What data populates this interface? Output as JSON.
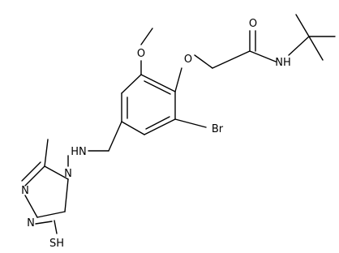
{
  "molecule": {
    "atoms": {
      "o_methoxy": "O",
      "o_ether": "O",
      "o_carbonyl": "O",
      "nh_amide": "NH",
      "br": "Br",
      "hn_amine": "HN",
      "n_ring_top": "N",
      "n_ring_mid": "N",
      "n_ring_right": "N",
      "sh": "SH"
    }
  }
}
